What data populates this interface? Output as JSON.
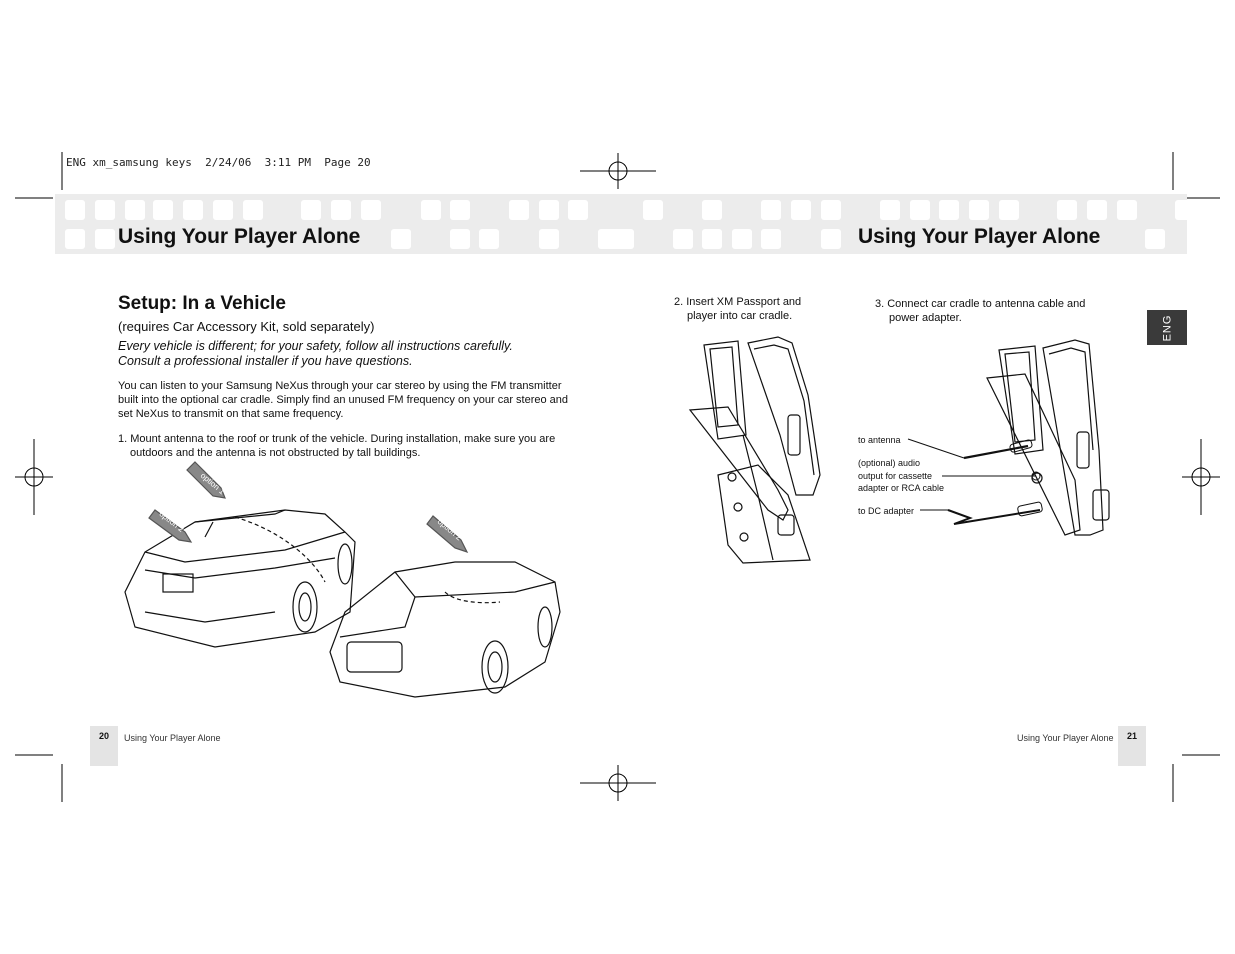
{
  "slug": "ENG xm_samsung keys  2/24/06  3:11 PM  Page 20",
  "left_page": {
    "header_title": "Using Your Player Alone",
    "section_title": "Setup: In a Vehicle",
    "subtitle": "(requires Car Accessory Kit, sold separately)",
    "warning_line1": "Every vehicle is different; for your safety, follow all instructions carefully.",
    "warning_line2": "Consult a professional installer if you have questions.",
    "intro_line1": "You can listen to your Samsung NeXus through your car stereo by using the FM transmitter",
    "intro_line2": "built into the optional car cradle. Simply find an unused FM frequency on your car stereo and",
    "intro_line3": "set NeXus to transmit on that same frequency.",
    "step1_line1": "1. Mount antenna to the roof or trunk of the vehicle. During installation, make sure you are",
    "step1_line2": "outdoors and the antenna is not obstructed by tall buildings.",
    "option1_label": "option 1",
    "option2_label": "option 2",
    "option2b_label": "option 2",
    "page_number": "20",
    "footer_text": "Using Your Player Alone"
  },
  "right_page": {
    "header_title": "Using Your Player Alone",
    "step2_line1": "2.  Insert XM Passport and",
    "step2_line2": "player into car cradle.",
    "step3_line1": "3.  Connect car cradle to antenna cable and",
    "step3_line2": "power adapter.",
    "label_antenna": "to antenna",
    "label_audio_line1": "(optional) audio",
    "label_audio_line2": "output for cassette",
    "label_audio_line3": "adapter or RCA cable",
    "label_dc": "to DC adapter",
    "lang_tab": "ENG",
    "page_number": "21",
    "footer_text": "Using Your Player Alone"
  }
}
